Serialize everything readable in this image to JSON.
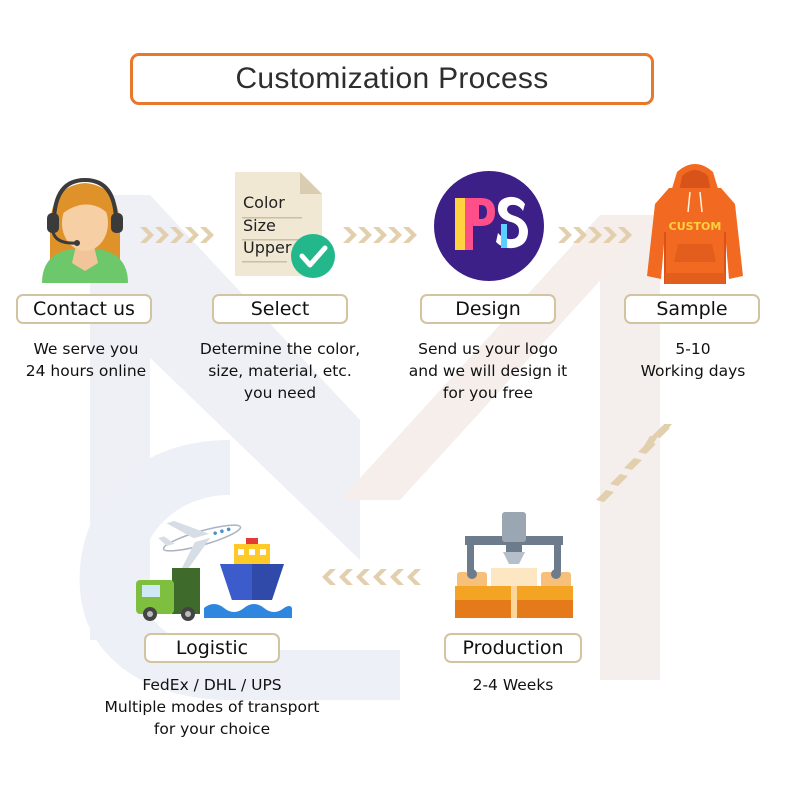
{
  "title": "Customization Process",
  "steps": [
    {
      "label": "Contact us",
      "desc": [
        "We serve you",
        "24 hours online"
      ]
    },
    {
      "label": "Select",
      "desc": [
        "Determine the color,",
        "size, material, etc.",
        "you need"
      ]
    },
    {
      "label": "Design",
      "desc": [
        "Send us your logo",
        "and we will design it",
        "for you free"
      ]
    },
    {
      "label": "Sample",
      "desc": [
        "5-10",
        "Working days"
      ]
    },
    {
      "label": "Production",
      "desc": [
        "2-4 Weeks"
      ]
    },
    {
      "label": "Logistic",
      "desc": [
        "FedEx / DHL / UPS",
        "Multiple modes of transport",
        "for your choice"
      ]
    }
  ],
  "document_icon_lines": [
    "Color",
    "Size",
    "Upper"
  ],
  "hoodie_print": "CUSTOM",
  "ps_logo_letters": "PS",
  "colors": {
    "accent_orange": "#e8782b",
    "box_border": "#d2c3a1",
    "arrow": "#e2cfae",
    "hoodie": "#f26a21",
    "check_green": "#23b78c",
    "ps_circle": "#3c1f87"
  },
  "icons": [
    "headset-agent-icon",
    "document-check-icon",
    "ps-logo-icon",
    "hoodie-icon",
    "factory-robot-icon",
    "shipping-transport-icon"
  ]
}
